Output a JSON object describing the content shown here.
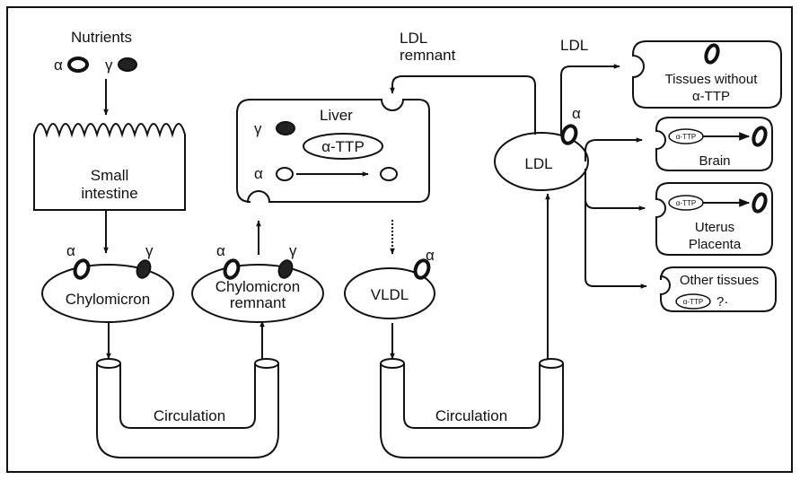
{
  "labels": {
    "nutrients": "Nutrients",
    "alpha": "α",
    "gamma": "γ",
    "small_intestine_1": "Small",
    "small_intestine_2": "intestine",
    "liver": "Liver",
    "alpha_ttp": "α-TTP",
    "alpha_ttp_small": "α-TTP",
    "chylomicron": "Chylomicron",
    "chylomicron_remnant_1": "Chylomicron",
    "chylomicron_remnant_2": "remnant",
    "vldl": "VLDL",
    "ldl_remnant_1": "LDL",
    "ldl_remnant_2": "remnant",
    "ldl_top": "LDL",
    "ldl_particle": "LDL",
    "circulation": "Circulation",
    "tissues_without_1": "Tissues without",
    "tissues_without_2": "α-TTP",
    "brain": "Brain",
    "uterus": "Uterus",
    "placenta": "Placenta",
    "other_tissues": "Other tissues",
    "question": "?·"
  },
  "colors": {
    "stroke": "#111111",
    "background": "#ffffff",
    "gamma_fill": "#222222"
  }
}
